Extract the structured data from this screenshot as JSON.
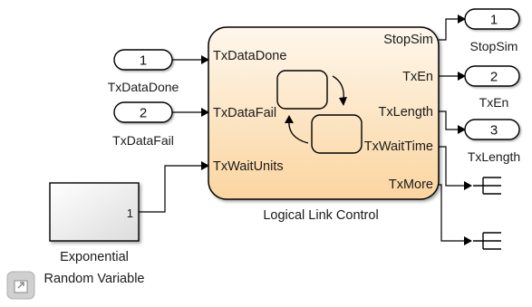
{
  "diagram": {
    "inports": [
      {
        "number": "1",
        "name": "TxDataDone"
      },
      {
        "number": "2",
        "name": "TxDataFail"
      }
    ],
    "source_block": {
      "value": "1",
      "name_line1": "Exponential",
      "name_line2": "Random Variable"
    },
    "chart": {
      "name": "Logical Link Control",
      "inputs": [
        "TxDataDone",
        "TxDataFail",
        "TxWaitUnits"
      ],
      "outputs": [
        "StopSim",
        "TxEn",
        "TxLength",
        "TxWaitTime",
        "TxMore"
      ],
      "fill_top": "#fef7ec",
      "fill_bottom": "#fbd7a5"
    },
    "outports": [
      {
        "number": "1",
        "name": "StopSim"
      },
      {
        "number": "2",
        "name": "TxEn"
      },
      {
        "number": "3",
        "name": "TxLength"
      }
    ],
    "terminators": 2
  }
}
